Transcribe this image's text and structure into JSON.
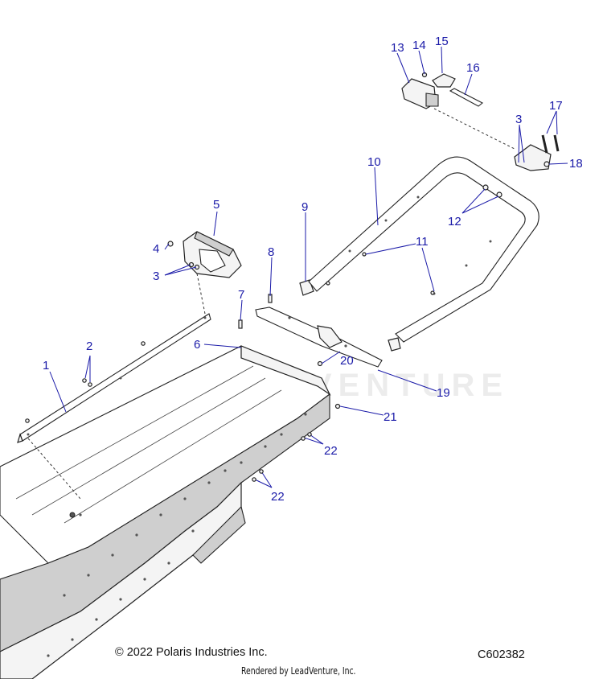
{
  "callouts": {
    "c1": "1",
    "c2": "2",
    "c3a": "3",
    "c3b": "3",
    "c4": "4",
    "c5": "5",
    "c6": "6",
    "c7": "7",
    "c8": "8",
    "c9": "9",
    "c10": "10",
    "c11": "11",
    "c12": "12",
    "c13": "13",
    "c14": "14",
    "c15": "15",
    "c16": "16",
    "c17": "17",
    "c18": "18",
    "c19": "19",
    "c20": "20",
    "c21": "21",
    "c22a": "22",
    "c22b": "22"
  },
  "watermark": "LEADVENTURE",
  "footer": {
    "copyright": "© 2022 Polaris Industries Inc.",
    "code": "C602382",
    "rendered_by": "Rendered by LeadVenture, Inc."
  },
  "colors": {
    "callout": "#1a1aa8",
    "line": "#222222"
  }
}
